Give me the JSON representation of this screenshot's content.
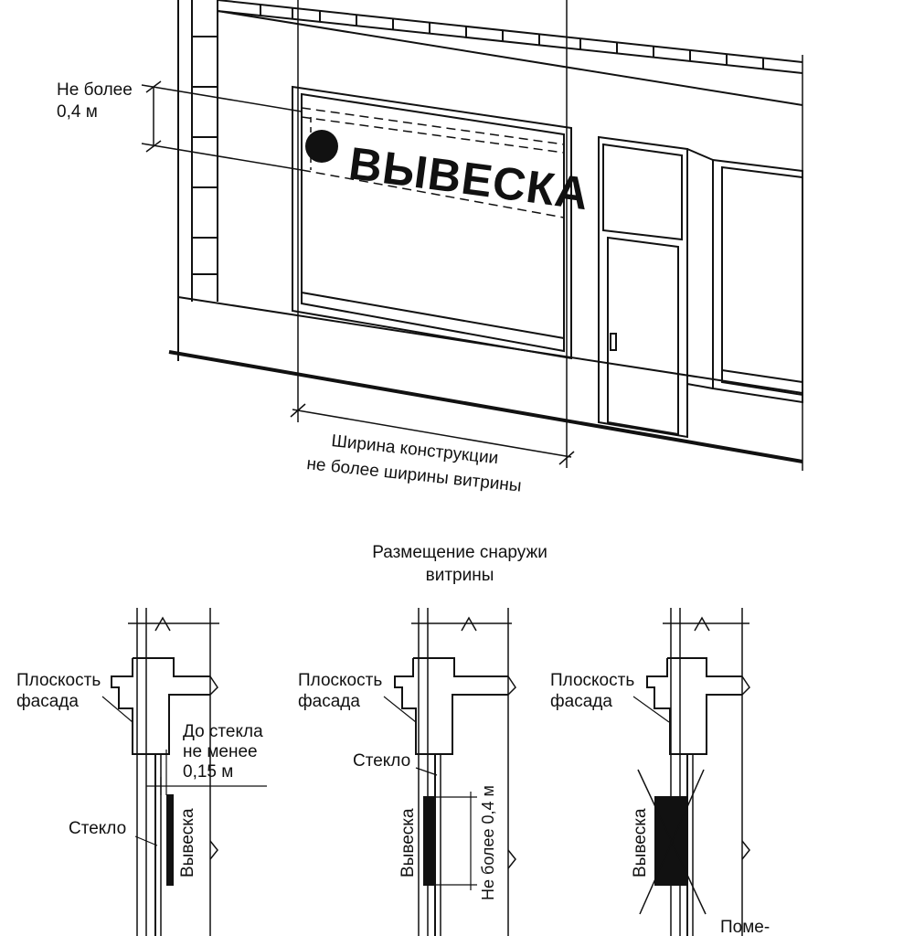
{
  "facade": {
    "sign_text": "ВЫВЕСКА",
    "height_label_line1": "Не более",
    "height_label_line2": "0,4 м",
    "width_label_line1": "Ширина конструкции",
    "width_label_line2": "не более ширины витрины"
  },
  "section_title_line1": "Размещение снаружи",
  "section_title_line2": "витрины",
  "details": [
    {
      "facade_plane_line1": "Плоскость",
      "facade_plane_line2": "фасада",
      "gap_line1": "До стекла",
      "gap_line2": "не менее",
      "gap_line3": "0,15 м",
      "glass": "Стекло",
      "sign": "Вывеска"
    },
    {
      "facade_plane_line1": "Плоскость",
      "facade_plane_line2": "фасада",
      "glass": "Стекло",
      "sign": "Вывеска",
      "height": "Не более 0,4 м"
    },
    {
      "facade_plane_line1": "Плоскость",
      "facade_plane_line2": "фасада",
      "sign": "Вывеска",
      "room_partial": "Поме-"
    }
  ],
  "icons": {
    "sign_dot": "circle-logo-icon",
    "prohibited": "cross-out-icon",
    "break": "break-line-icon"
  }
}
